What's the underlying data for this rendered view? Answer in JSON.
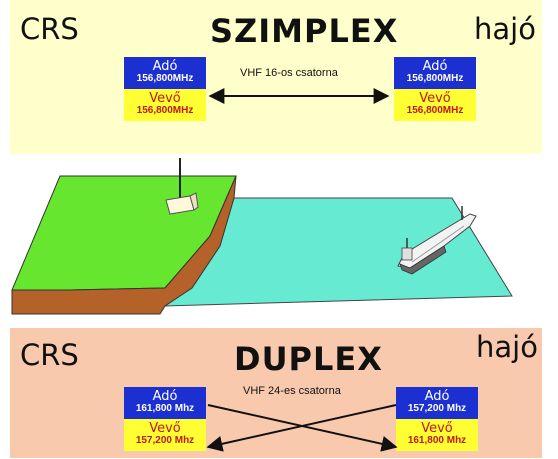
{
  "simplex": {
    "left_label": "CRS",
    "title": "SZIMPLEX",
    "right_label": "hajó",
    "channel": "VHF 16-os csatorna",
    "left_box": {
      "tx_label": "Adó",
      "tx_freq": "156,800MHz",
      "rx_label": "Vevő",
      "rx_freq": "156,800MHz"
    },
    "right_box": {
      "tx_label": "Adó",
      "tx_freq": "156,800MHz",
      "rx_label": "Vevő",
      "rx_freq": "156,800MHz"
    }
  },
  "duplex": {
    "left_label": "CRS",
    "title": "DUPLEX",
    "right_label": "hajó",
    "channel": "VHF 24-es csatorna",
    "left_box": {
      "tx_label": "Adó",
      "tx_freq": "161,800 Mhz",
      "rx_label": "Vevő",
      "rx_freq": "157,200 Mhz"
    },
    "right_box": {
      "tx_label": "Adó",
      "tx_freq": "157,200 Mhz",
      "rx_label": "Vevő",
      "rx_freq": "161,800 Mhz"
    }
  },
  "colors": {
    "simplex_bg": "#ffffcc",
    "duplex_bg": "#f9c9ae",
    "tx_bg": "#1c2fd1",
    "rx_bg": "#ffff33",
    "land": "#66e62e",
    "cliff": "#b5612a",
    "sea": "#66ead2"
  },
  "icons": [
    "shore-station-antenna-icon",
    "ship-icon"
  ]
}
